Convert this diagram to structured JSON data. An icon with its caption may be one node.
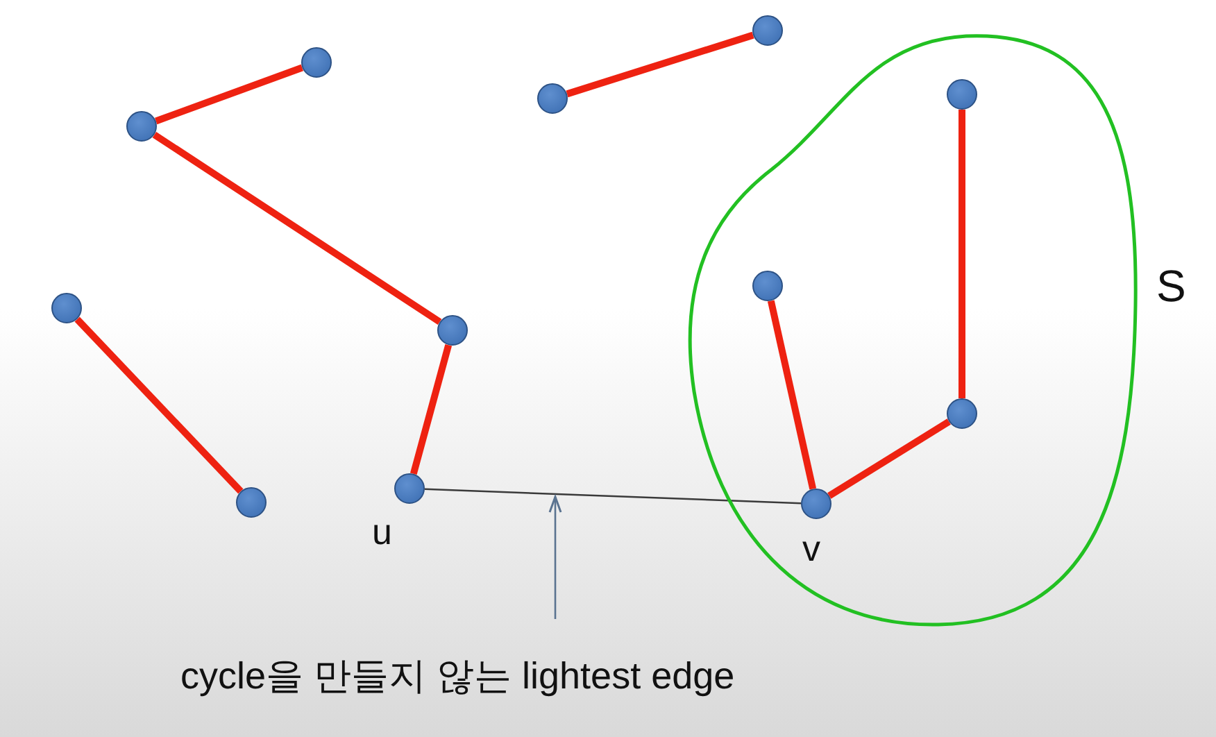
{
  "diagram": {
    "nodes": [
      {
        "text": [],
        "shape": "circle"
      },
      {
        "text": [],
        "shape": "circle"
      },
      {
        "text": [],
        "shape": "circle"
      },
      {
        "text": [],
        "shape": "circle"
      },
      {
        "text": [],
        "shape": "circle"
      },
      {
        "text": [],
        "shape": "circle"
      },
      {
        "text": [],
        "shape": "circle"
      },
      {
        "text": [],
        "shape": "circle",
        "beside": [
          "u"
        ]
      },
      {
        "text": [
          "S"
        ]
      },
      {
        "text": [],
        "shape": "circle",
        "in": 8
      },
      {
        "text": [],
        "shape": "circle",
        "in": 8
      },
      {
        "text": [],
        "shape": "circle",
        "in": 8
      },
      {
        "text": [],
        "shape": "circle",
        "in": 8,
        "beside": [
          "v"
        ]
      },
      {
        "text": [
          "cycle을 만들지 않는 lightest edge"
        ]
      }
    ],
    "edges": [
      {
        "from": 1,
        "to": 0,
        "arrow": "none"
      },
      {
        "from": 3,
        "to": 2,
        "arrow": "none"
      },
      {
        "from": 1,
        "to": 5,
        "arrow": "none"
      },
      {
        "from": 5,
        "to": 7,
        "arrow": "none"
      },
      {
        "from": 4,
        "to": 6,
        "arrow": "none"
      },
      {
        "from": 10,
        "to": 12,
        "arrow": "none"
      },
      {
        "from": 12,
        "to": 11,
        "arrow": "none"
      },
      {
        "from": 11,
        "to": 9,
        "arrow": "none"
      },
      {
        "from": 7,
        "to": 12,
        "arrow": "none",
        "color": "#3a3a3a"
      },
      {
        "from": 13,
        "to": null,
        "arrow": "to",
        "color": "#5a7390"
      }
    ]
  }
}
